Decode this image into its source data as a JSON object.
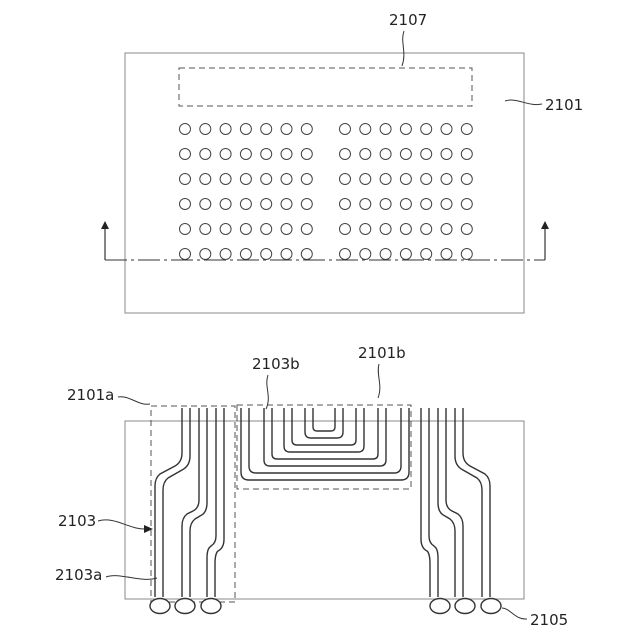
{
  "labels": {
    "top_window": "2107",
    "top_substrate": "2101",
    "region_a": "2101a",
    "region_b": "2101b",
    "trace_b": "2103b",
    "trace": "2103",
    "trace_a": "2103a",
    "ball": "2105"
  },
  "ball_grid": {
    "rows": 6,
    "left_block_columns": 7,
    "right_block_columns": 7
  },
  "bottom_balls": {
    "left_group_count": 3,
    "right_group_count": 3
  }
}
